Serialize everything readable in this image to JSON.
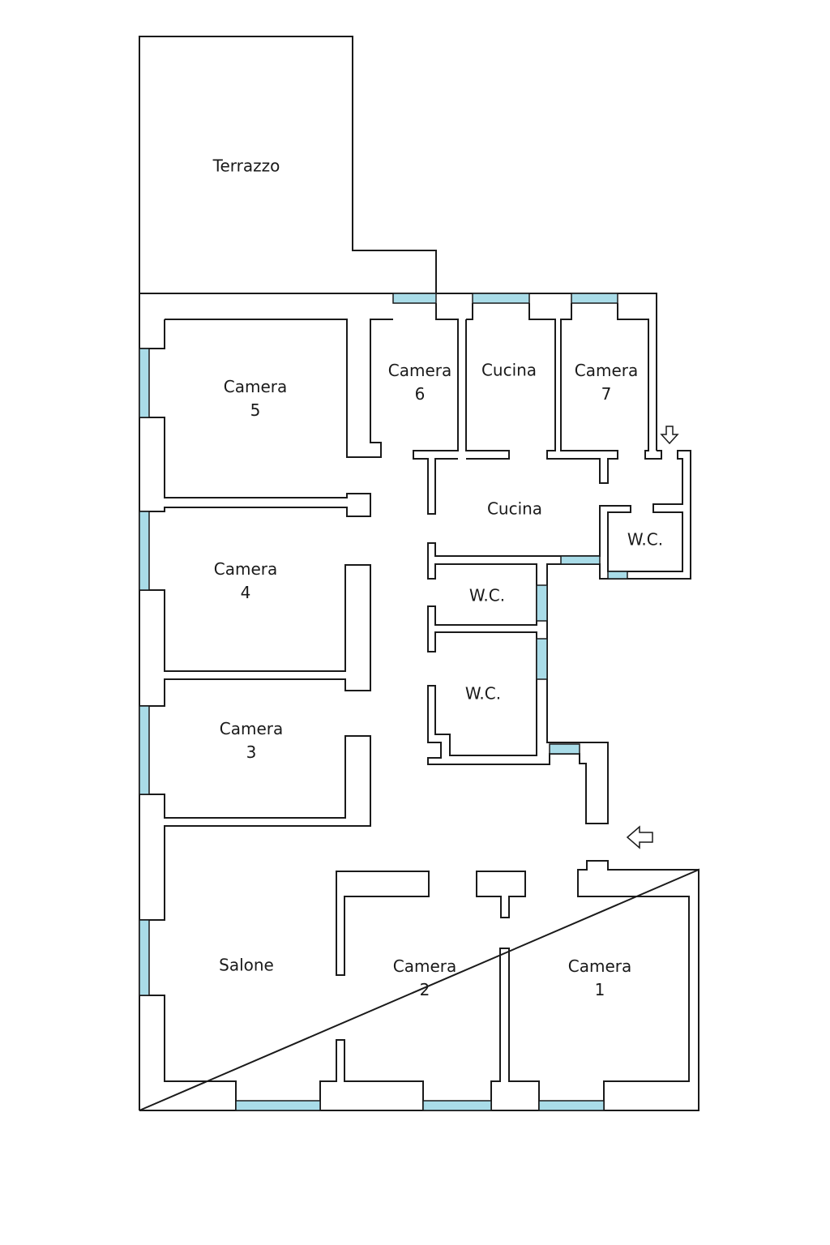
{
  "rooms": {
    "terrazzo": {
      "label": "Terrazzo"
    },
    "camera5": {
      "label": "Camera",
      "number": "5"
    },
    "camera6": {
      "label": "Camera",
      "number": "6"
    },
    "cucina_small": {
      "label": "Cucina"
    },
    "camera7": {
      "label": "Camera",
      "number": "7"
    },
    "cucina_main": {
      "label": "Cucina"
    },
    "wc_right": {
      "label": "W.C."
    },
    "wc_mid_top": {
      "label": "W.C."
    },
    "wc_mid_bottom": {
      "label": "W.C."
    },
    "camera4": {
      "label": "Camera",
      "number": "4"
    },
    "camera3": {
      "label": "Camera",
      "number": "3"
    },
    "salone": {
      "label": "Salone"
    },
    "camera2": {
      "label": "Camera",
      "number": "2"
    },
    "camera1": {
      "label": "Camera",
      "number": "1"
    }
  },
  "colors": {
    "window": "#a9dce8",
    "wall_stroke": "#1a1a1a",
    "background": "#ffffff"
  },
  "icons": {
    "entrance_arrow_side": "arrow-left-icon",
    "entrance_arrow_top": "arrow-down-icon"
  }
}
